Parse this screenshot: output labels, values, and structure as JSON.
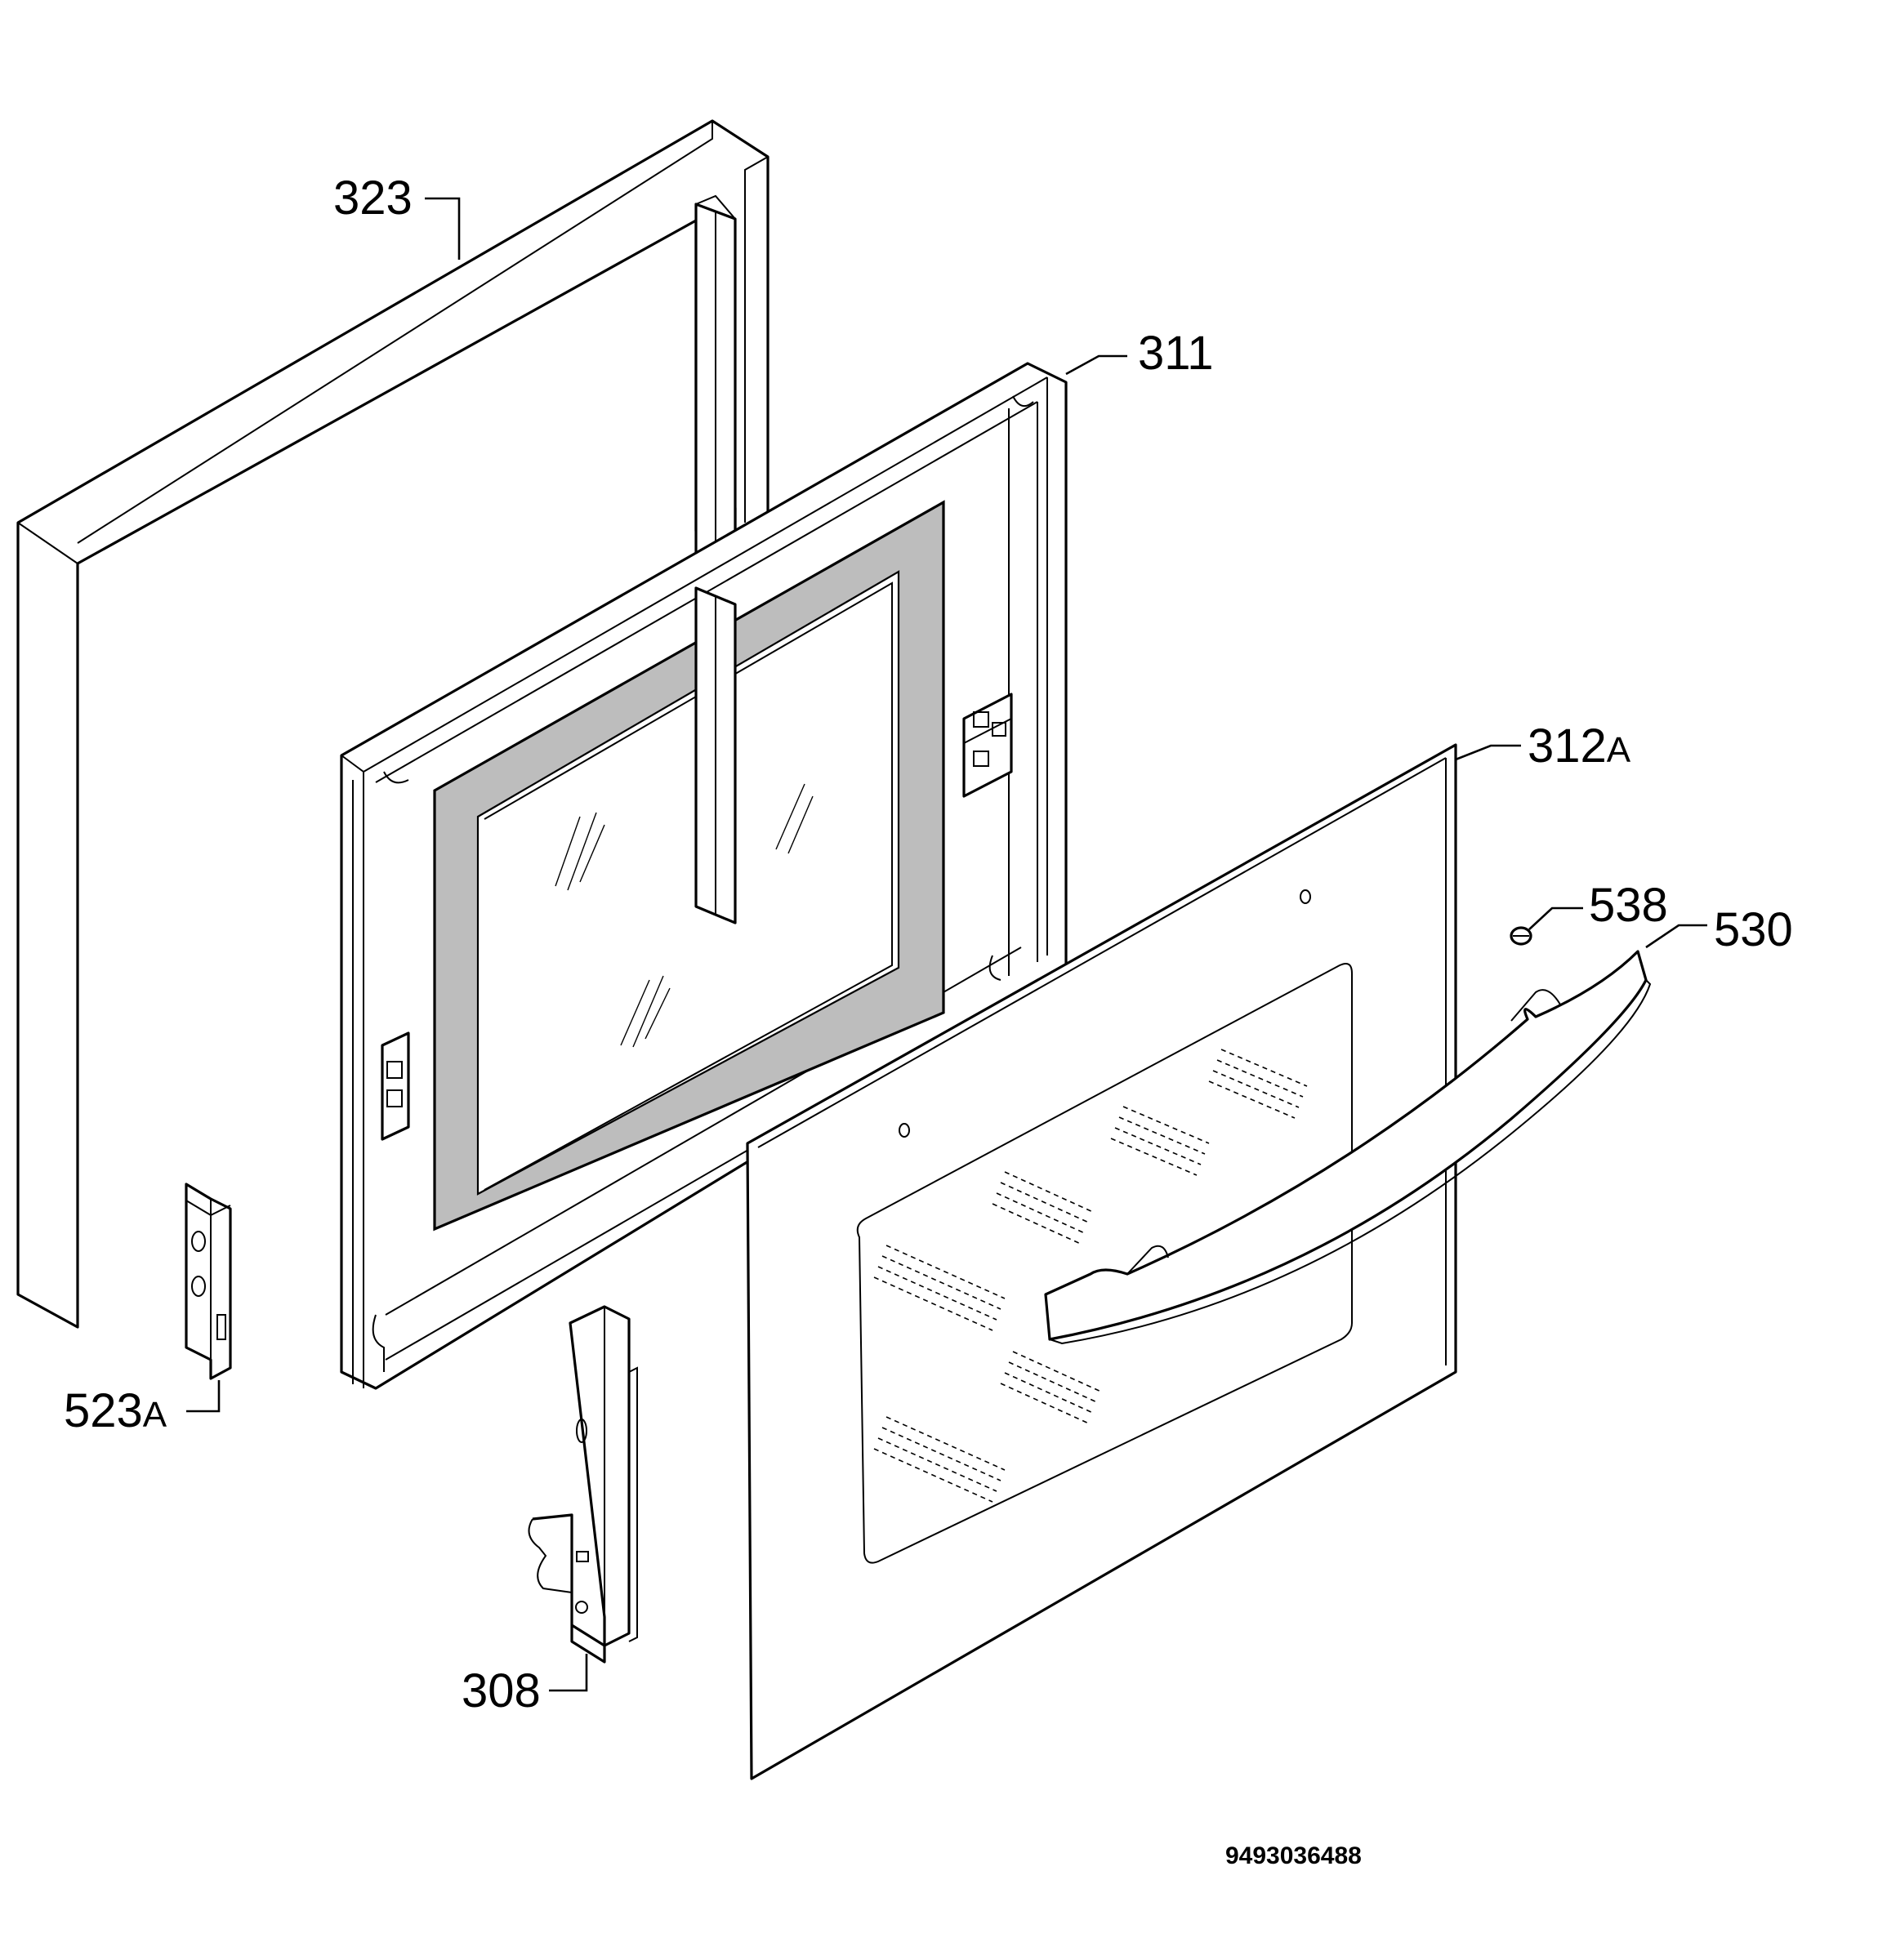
{
  "callouts": {
    "p323": "323",
    "p311": "311",
    "p312": "312",
    "p312_suffix": "A",
    "p538": "538",
    "p530": "530",
    "p523": "523",
    "p523_suffix": "A",
    "p308": "308"
  },
  "document_number": "9493036488"
}
